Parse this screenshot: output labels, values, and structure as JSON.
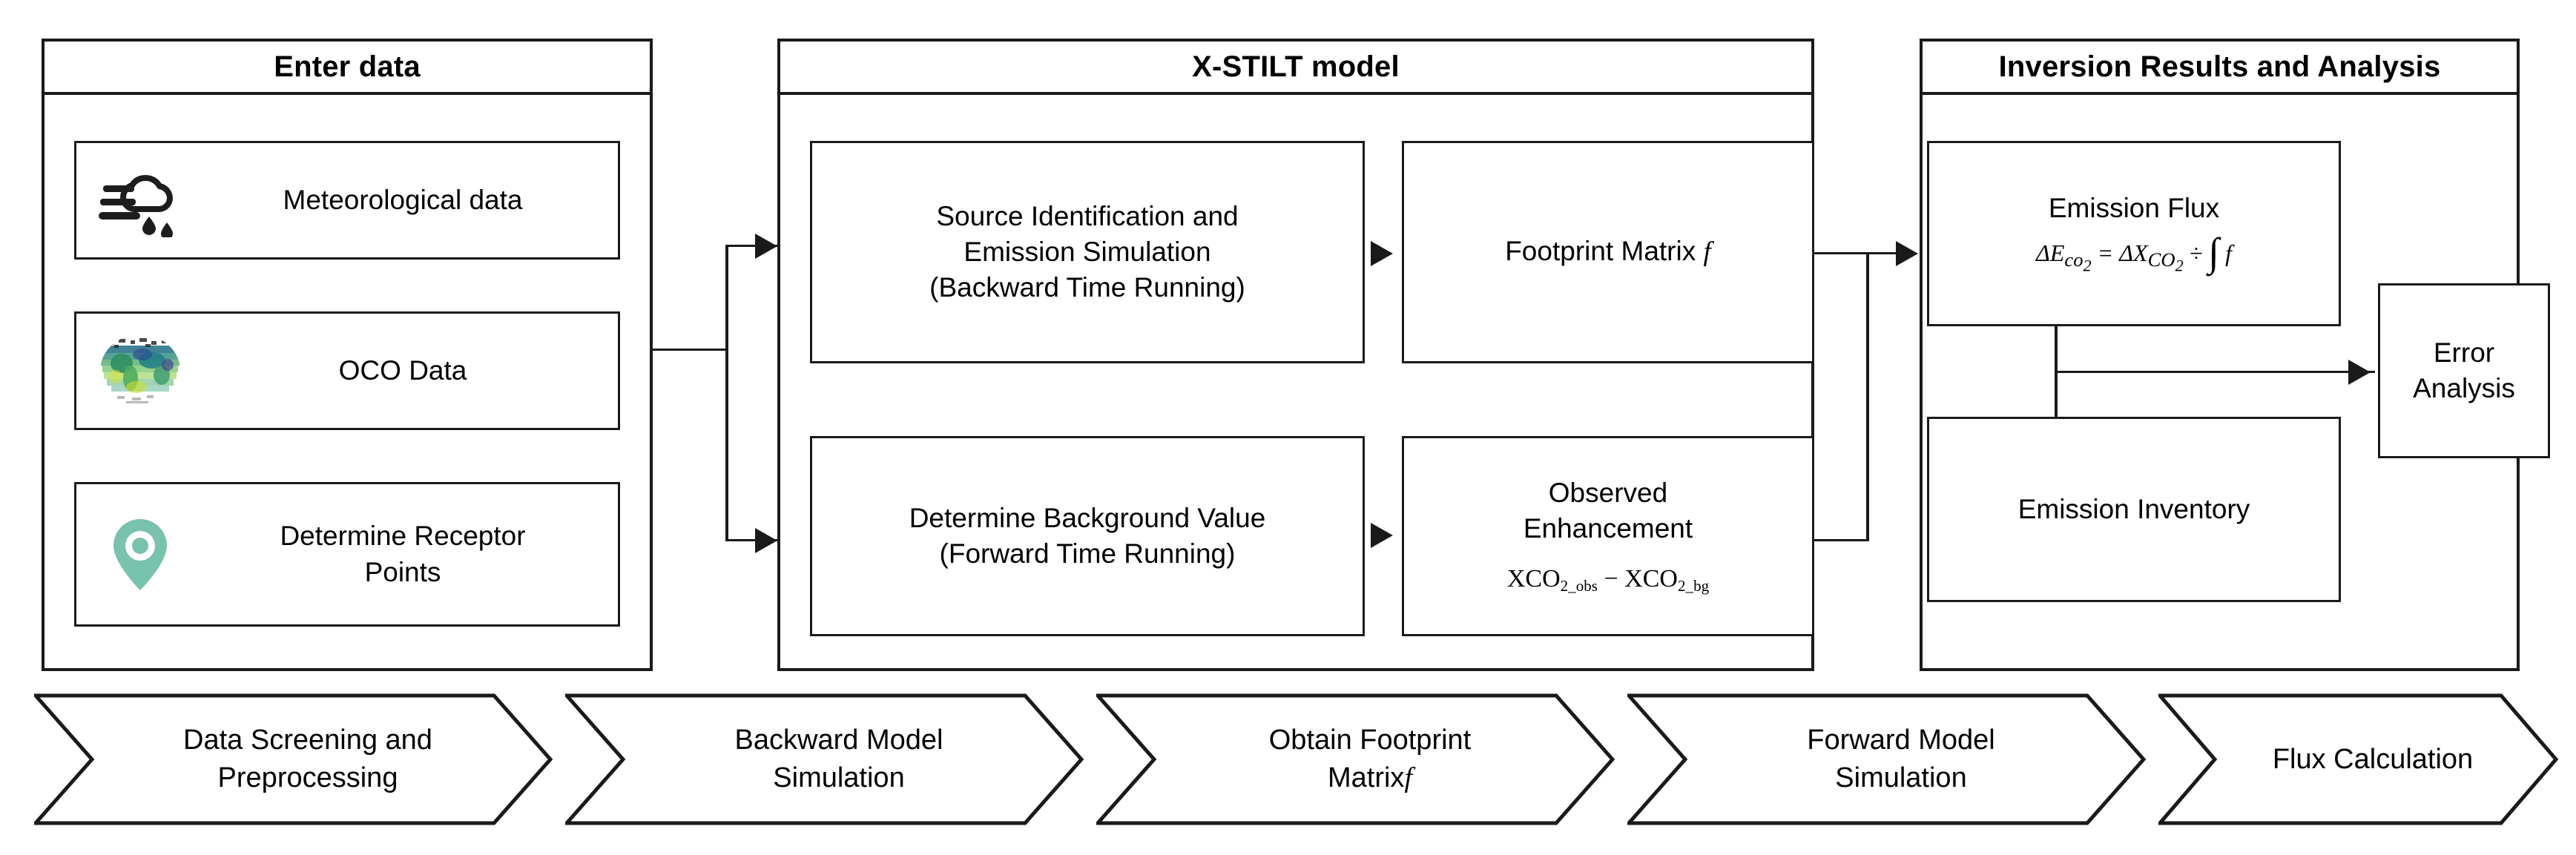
{
  "diagram": {
    "title_visible": false,
    "colors": {
      "stroke": "#1a1a1a",
      "background": "#ffffff",
      "receptor_pin": "#79c2ad",
      "globe_green": "#4fa86f",
      "globe_teal": "#1f8a8a",
      "globe_yellow": "#d9e021",
      "globe_blue": "#2d4a8a"
    }
  },
  "panels": [
    {
      "id": "enter-data",
      "header": "Enter data",
      "nodes": [
        {
          "id": "meteorological-data",
          "label": "Meteorological data",
          "icon": "cloud-rain-wind-icon"
        },
        {
          "id": "oco-data",
          "label": "OCO Data",
          "icon": "globe-map-icon"
        },
        {
          "id": "determine-receptor-points",
          "label": "Determine Receptor\nPoints",
          "line1": "Determine Receptor",
          "line2": "Points",
          "icon": "location-pin-icon"
        }
      ]
    },
    {
      "id": "x-stilt-model",
      "header": "X-STILT model",
      "nodes": [
        {
          "id": "source-identification",
          "line1": "Source Identification and",
          "line2": "Emission Simulation",
          "line3": "(Backward Time Running)"
        },
        {
          "id": "footprint-matrix",
          "line1": "Footprint Matrix",
          "symbol": "f"
        },
        {
          "id": "determine-background-value",
          "line1": "Determine Background Value",
          "line2": "(Forward Time Running)"
        },
        {
          "id": "observed-enhancement",
          "line1": "Observed",
          "line2": "Enhancement",
          "formula_parts": {
            "a_base": "XCO",
            "a_sub": "2_obs",
            "op": "−",
            "b_base": "XCO",
            "b_sub": "2_bg"
          }
        }
      ]
    },
    {
      "id": "inversion-results",
      "header": "Inversion Results and Analysis",
      "nodes": [
        {
          "id": "emission-flux",
          "line1": "Emission Flux",
          "formula_parts": {
            "dE": "ΔE",
            "dE_sub": "co",
            "dE_sub2": "2",
            "eq": "=",
            "dX": "ΔX",
            "dX_sub": "CO",
            "dX_sub2": "2",
            "div": "÷",
            "integral": "∫",
            "f": "f"
          }
        },
        {
          "id": "emission-inventory",
          "line1": "Emission Inventory"
        },
        {
          "id": "error-analysis",
          "line1": "Error",
          "line2": "Analysis"
        }
      ]
    }
  ],
  "process_steps": [
    {
      "id": "step-data-screening",
      "line1": "Data Screening and",
      "line2": "Preprocessing"
    },
    {
      "id": "step-backward-model",
      "line1": "Backward Model",
      "line2": "Simulation"
    },
    {
      "id": "step-obtain-footprint",
      "line1": "Obtain Footprint",
      "line2": "Matrix",
      "symbol": "f"
    },
    {
      "id": "step-forward-model",
      "line1": "Forward Model",
      "line2": "Simulation"
    },
    {
      "id": "step-flux-calculation",
      "line1": "Flux Calculation",
      "line2": ""
    }
  ]
}
